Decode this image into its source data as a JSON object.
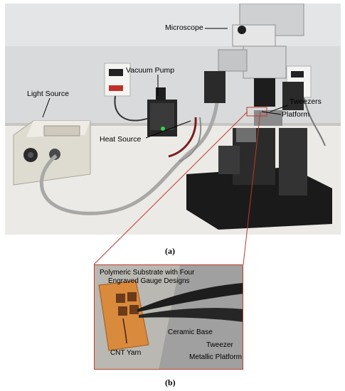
{
  "figure": {
    "panel_a": {
      "caption": "(a)",
      "labels": {
        "microscope": "Microscope",
        "vacuum_pump": "Vacuum Pump",
        "light_source": "Light Source",
        "tweezers": "Tweezers",
        "platform": "Platform",
        "heat_source": "Heat Source"
      }
    },
    "panel_b": {
      "caption": "(b)",
      "labels": {
        "substrate_line1": "Polymeric Substrate with Four",
        "substrate_line2": "Engraved Gauge Designs",
        "ceramic_base": "Ceramic Base",
        "cnt_yarn": "CNT Yarn",
        "tweezer": "Tweezer",
        "metallic_platform": "Metallic Platform"
      }
    }
  }
}
